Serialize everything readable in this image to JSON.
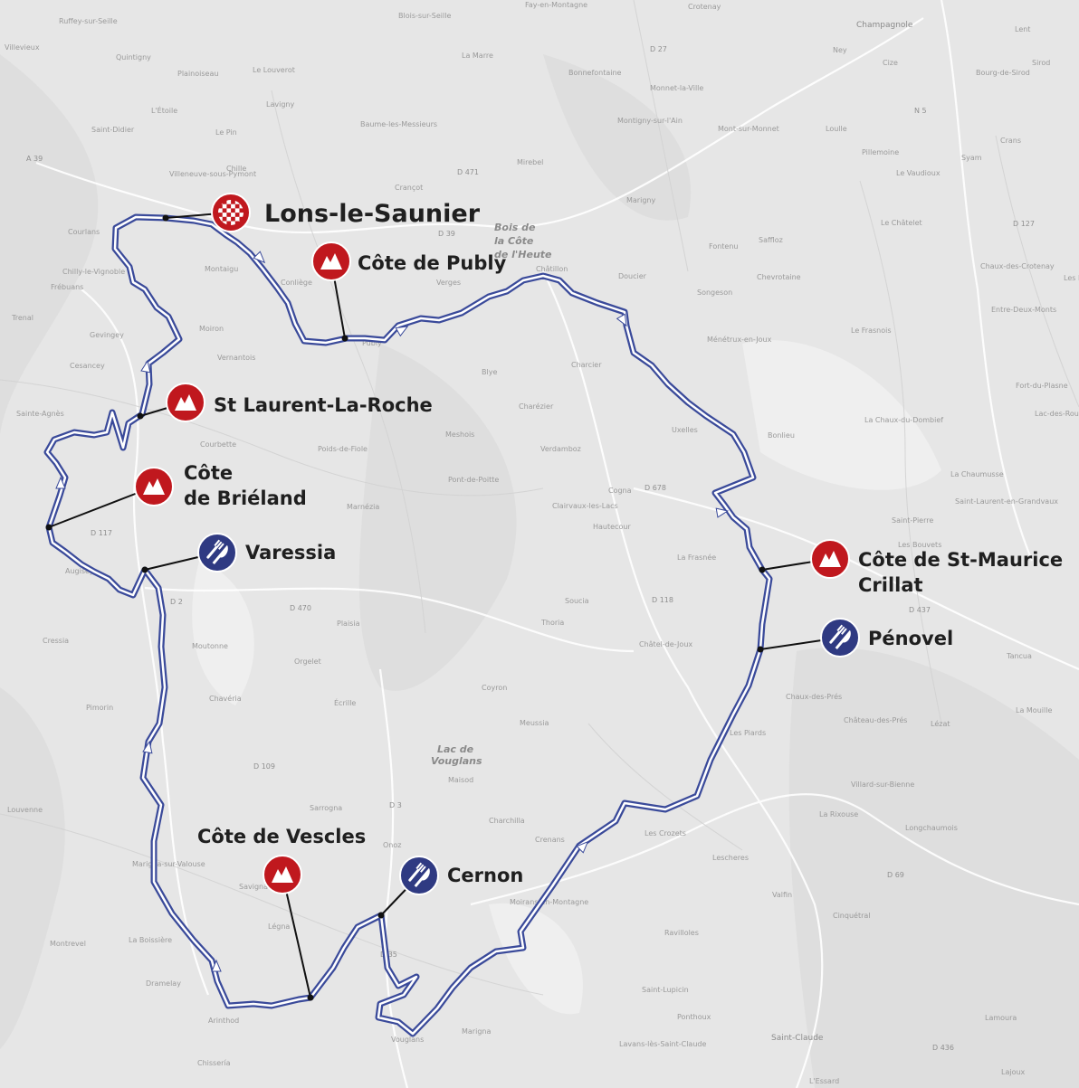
{
  "colors": {
    "route": "#3a4a9a",
    "route_inner": "#ffffff",
    "climb": "#c0181e",
    "food": "#2f3a82",
    "label": "#1f1f1f",
    "background": "#e6e6e6"
  },
  "start_finish": {
    "label": "Lons-le-Saunier",
    "icon": "checkered-flag-icon"
  },
  "pois": [
    {
      "id": "cote-de-publy",
      "type": "climb",
      "icon": "mountain-icon",
      "lines": [
        "Côte de Publy"
      ]
    },
    {
      "id": "st-laurent-la-roche",
      "type": "climb",
      "icon": "mountain-icon",
      "lines": [
        "St Laurent-La-Roche"
      ]
    },
    {
      "id": "cote-de-brieland",
      "type": "climb",
      "icon": "mountain-icon",
      "lines": [
        "Côte",
        "de Briéland"
      ]
    },
    {
      "id": "varessia",
      "type": "food",
      "icon": "fork-knife-icon",
      "lines": [
        "Varessia"
      ]
    },
    {
      "id": "cote-de-st-maurice-crillat",
      "type": "climb",
      "icon": "mountain-icon",
      "lines": [
        "Côte de St-Maurice",
        "Crillat"
      ]
    },
    {
      "id": "penovel",
      "type": "food",
      "icon": "fork-knife-icon",
      "lines": [
        "Pénovel"
      ]
    },
    {
      "id": "cote-de-vescles",
      "type": "climb",
      "icon": "mountain-icon",
      "lines": [
        "Côte de Vescles"
      ]
    },
    {
      "id": "cernon",
      "type": "food",
      "icon": "fork-knife-icon",
      "lines": [
        "Cernon"
      ]
    }
  ],
  "background_labels": [
    {
      "text": "Bois de",
      "style": "bold"
    },
    {
      "text": "la Côte",
      "style": "bold"
    },
    {
      "text": "de l'Heute",
      "style": "bold"
    },
    {
      "text": "Lac de",
      "style": "bold"
    },
    {
      "text": "Vouglans",
      "style": "bold"
    },
    {
      "text": "Champagnole",
      "style": "town"
    },
    {
      "text": "Saint-Claude",
      "style": "town"
    },
    {
      "text": "Montaigu",
      "style": ""
    },
    {
      "text": "Conliège",
      "style": ""
    },
    {
      "text": "Verges",
      "style": ""
    },
    {
      "text": "Publy",
      "style": ""
    },
    {
      "text": "Châtillon",
      "style": ""
    },
    {
      "text": "Doucier",
      "style": ""
    },
    {
      "text": "Songeson",
      "style": ""
    },
    {
      "text": "Blye",
      "style": ""
    },
    {
      "text": "Charcier",
      "style": ""
    },
    {
      "text": "Charézier",
      "style": ""
    },
    {
      "text": "Meshois",
      "style": ""
    },
    {
      "text": "Verdamboz",
      "style": ""
    },
    {
      "text": "Pont-de-Poitte",
      "style": ""
    },
    {
      "text": "Clairvaux-les-Lacs",
      "style": ""
    },
    {
      "text": "Cogna",
      "style": ""
    },
    {
      "text": "Hautecour",
      "style": ""
    },
    {
      "text": "Uxelles",
      "style": ""
    },
    {
      "text": "Bonlieu",
      "style": ""
    },
    {
      "text": "La Chaux-du-Dombief",
      "style": ""
    },
    {
      "text": "Saint-Pierre",
      "style": ""
    },
    {
      "text": "La Frasnée",
      "style": ""
    },
    {
      "text": "Soucia",
      "style": ""
    },
    {
      "text": "Thoria",
      "style": ""
    },
    {
      "text": "Châtel-de-Joux",
      "style": ""
    },
    {
      "text": "Meussia",
      "style": ""
    },
    {
      "text": "Les Piards",
      "style": ""
    },
    {
      "text": "Les Crozets",
      "style": ""
    },
    {
      "text": "Lescheres",
      "style": ""
    },
    {
      "text": "Coyron",
      "style": ""
    },
    {
      "text": "Maisod",
      "style": ""
    },
    {
      "text": "Charchilla",
      "style": ""
    },
    {
      "text": "Crenans",
      "style": ""
    },
    {
      "text": "Onoz",
      "style": ""
    },
    {
      "text": "Sarrogna",
      "style": ""
    },
    {
      "text": "Savigna",
      "style": ""
    },
    {
      "text": "Légna",
      "style": ""
    },
    {
      "text": "Arinthod",
      "style": ""
    },
    {
      "text": "Chissería",
      "style": ""
    },
    {
      "text": "Dramelay",
      "style": ""
    },
    {
      "text": "La Boissière",
      "style": ""
    },
    {
      "text": "Montrevel",
      "style": ""
    },
    {
      "text": "Chavéria",
      "style": ""
    },
    {
      "text": "Moutonne",
      "style": ""
    },
    {
      "text": "Orgelet",
      "style": ""
    },
    {
      "text": "Écrille",
      "style": ""
    },
    {
      "text": "Plaisia",
      "style": ""
    },
    {
      "text": "Marnézia",
      "style": ""
    },
    {
      "text": "Poids-de-Fiole",
      "style": ""
    },
    {
      "text": "Courbette",
      "style": ""
    },
    {
      "text": "Vernantois",
      "style": ""
    },
    {
      "text": "Moiron",
      "style": ""
    },
    {
      "text": "Gevingey",
      "style": ""
    },
    {
      "text": "Cesancey",
      "style": ""
    },
    {
      "text": "Sainte-Agnès",
      "style": ""
    },
    {
      "text": "Chilly-le-Vignoble",
      "style": ""
    },
    {
      "text": "Frébuans",
      "style": ""
    },
    {
      "text": "Courlans",
      "style": ""
    },
    {
      "text": "Trenal",
      "style": ""
    },
    {
      "text": "Augisey",
      "style": ""
    },
    {
      "text": "Pimorin",
      "style": ""
    },
    {
      "text": "Cressia",
      "style": ""
    },
    {
      "text": "Louvenne",
      "style": ""
    },
    {
      "text": "Marigna-sur-Valouse",
      "style": ""
    },
    {
      "text": "Vouglans",
      "style": ""
    },
    {
      "text": "Marigna",
      "style": ""
    },
    {
      "text": "Moirans-en-Montagne",
      "style": ""
    },
    {
      "text": "Ravilloles",
      "style": ""
    },
    {
      "text": "Saint-Lupicin",
      "style": ""
    },
    {
      "text": "Ponthoux",
      "style": ""
    },
    {
      "text": "Lavans-lès-Saint-Claude",
      "style": ""
    },
    {
      "text": "Chaux-des-Prés",
      "style": ""
    },
    {
      "text": "Château-des-Prés",
      "style": ""
    },
    {
      "text": "Villard-sur-Bienne",
      "style": ""
    },
    {
      "text": "La Rixouse",
      "style": ""
    },
    {
      "text": "Longchaumois",
      "style": ""
    },
    {
      "text": "Lézat",
      "style": ""
    },
    {
      "text": "La Mouille",
      "style": ""
    },
    {
      "text": "Tancua",
      "style": ""
    },
    {
      "text": "Cinquétral",
      "style": ""
    },
    {
      "text": "Valfin",
      "style": ""
    },
    {
      "text": "Lamoura",
      "style": ""
    },
    {
      "text": "Lajoux",
      "style": ""
    },
    {
      "text": "L'Essard",
      "style": ""
    },
    {
      "text": "Les Bouvets",
      "style": ""
    },
    {
      "text": "La Chaumusse",
      "style": ""
    },
    {
      "text": "Saint-Laurent-en-Grandvaux",
      "style": ""
    },
    {
      "text": "Fort-du-Plasne",
      "style": ""
    },
    {
      "text": "Lac-des-Rouges-Truites",
      "style": ""
    },
    {
      "text": "Entre-Deux-Monts",
      "style": ""
    },
    {
      "text": "Chaux-des-Crotenay",
      "style": ""
    },
    {
      "text": "Le Frasnois",
      "style": ""
    },
    {
      "text": "Ménétrux-en-Joux",
      "style": ""
    },
    {
      "text": "Chevrotaine",
      "style": ""
    },
    {
      "text": "Fontenu",
      "style": ""
    },
    {
      "text": "Saffloz",
      "style": ""
    },
    {
      "text": "Le Châtelet",
      "style": ""
    },
    {
      "text": "Marigny",
      "style": ""
    },
    {
      "text": "Mont-sur-Monnet",
      "style": ""
    },
    {
      "text": "Monnet-la-Ville",
      "style": ""
    },
    {
      "text": "Montigny-sur-l'Ain",
      "style": ""
    },
    {
      "text": "Mirebel",
      "style": ""
    },
    {
      "text": "Crançot",
      "style": ""
    },
    {
      "text": "Baume-les-Messieurs",
      "style": ""
    },
    {
      "text": "Le Pin",
      "style": ""
    },
    {
      "text": "Lavigny",
      "style": ""
    },
    {
      "text": "Le Louverot",
      "style": ""
    },
    {
      "text": "Plainoiseau",
      "style": ""
    },
    {
      "text": "L'Étoile",
      "style": ""
    },
    {
      "text": "Saint-Didier",
      "style": ""
    },
    {
      "text": "Villeneuve-sous-Pymont",
      "style": ""
    },
    {
      "text": "Chille",
      "style": ""
    },
    {
      "text": "Quintigny",
      "style": ""
    },
    {
      "text": "Ruffey-sur-Seille",
      "style": ""
    },
    {
      "text": "Villevieux",
      "style": ""
    },
    {
      "text": "Bonnefontaine",
      "style": ""
    },
    {
      "text": "La Marre",
      "style": ""
    },
    {
      "text": "Loulle",
      "style": ""
    },
    {
      "text": "Pillemoine",
      "style": ""
    },
    {
      "text": "Le Vaudioux",
      "style": ""
    },
    {
      "text": "Syam",
      "style": ""
    },
    {
      "text": "Crans",
      "style": ""
    },
    {
      "text": "Bourg-de-Sirod",
      "style": ""
    },
    {
      "text": "Sirod",
      "style": ""
    },
    {
      "text": "Ney",
      "style": ""
    },
    {
      "text": "Cize",
      "style": ""
    },
    {
      "text": "Lent",
      "style": ""
    },
    {
      "text": "Les Planches",
      "style": ""
    },
    {
      "text": "Crotenay",
      "style": ""
    },
    {
      "text": "Fay-en-Montagne",
      "style": ""
    },
    {
      "text": "Blois-sur-Seille",
      "style": ""
    },
    {
      "text": "D 27",
      "style": "road"
    },
    {
      "text": "D 471",
      "style": "road"
    },
    {
      "text": "N 5",
      "style": "road"
    },
    {
      "text": "D 127",
      "style": "road"
    },
    {
      "text": "A 39",
      "style": "road"
    },
    {
      "text": "D 39",
      "style": "road"
    },
    {
      "text": "D 678",
      "style": "road"
    },
    {
      "text": "D 117",
      "style": "road"
    },
    {
      "text": "D 2",
      "style": "road"
    },
    {
      "text": "D 470",
      "style": "road"
    },
    {
      "text": "D 118",
      "style": "road"
    },
    {
      "text": "D 437",
      "style": "road"
    },
    {
      "text": "D 109",
      "style": "road"
    },
    {
      "text": "D 3",
      "style": "road"
    },
    {
      "text": "D 69",
      "style": "road"
    },
    {
      "text": "D 436",
      "style": "road"
    },
    {
      "text": "D 35",
      "style": "road"
    }
  ]
}
